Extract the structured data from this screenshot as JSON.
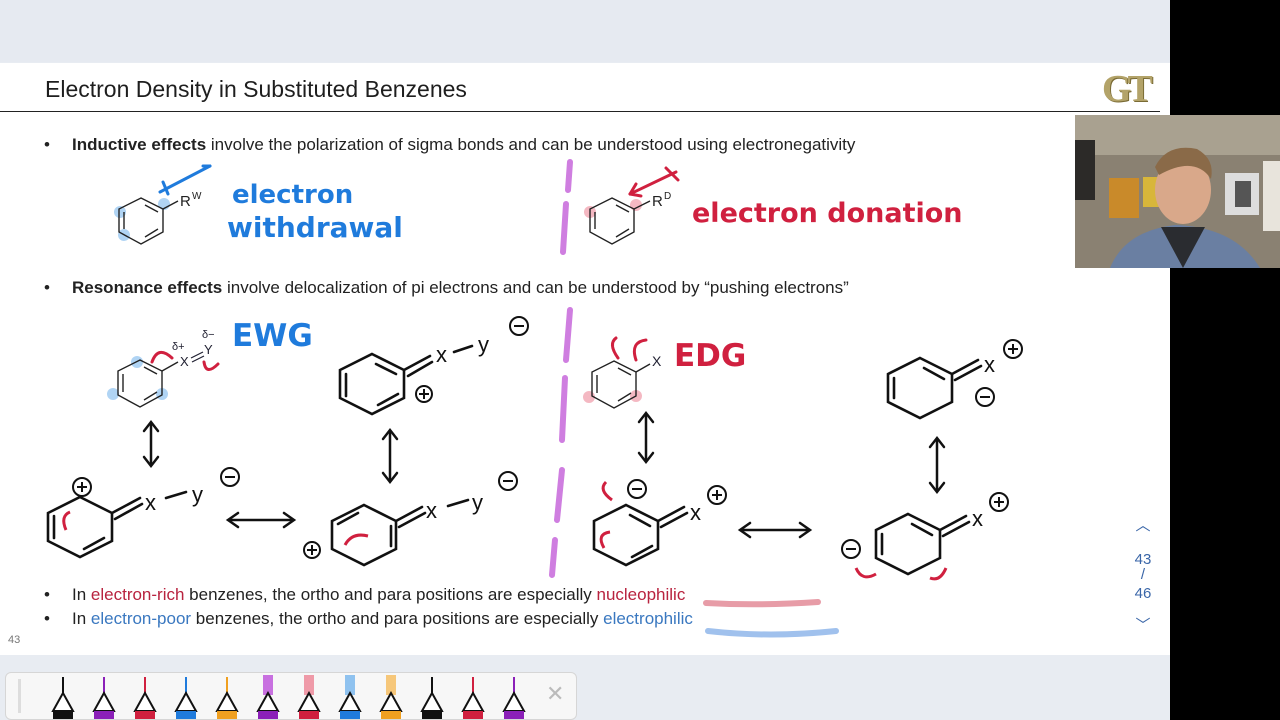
{
  "slide": {
    "title": "Electron Density in Substituted Benzenes",
    "logo": "GT",
    "number": "43",
    "bullets": {
      "inductive_bold": "Inductive effects",
      "inductive_rest": " involve the polarization of sigma bonds and can be understood using electronegativity",
      "resonance_bold": "Resonance effects",
      "resonance_rest": " involve delocalization of pi electrons and can be understood by “pushing electrons”",
      "rich_pre": "In ",
      "rich_colored": "electron-rich",
      "rich_mid": " benzenes, the ortho and para positions are especially ",
      "rich_end": "nucleophilic",
      "poor_pre": "In ",
      "poor_colored": "electron-poor",
      "poor_mid": " benzenes, the ortho and para positions are especially ",
      "poor_end": "electrophilic"
    },
    "annotations": {
      "withdrawal_1": "electron",
      "withdrawal_2": "withdrawal",
      "donation": "electron donation",
      "ewg": "EWG",
      "edg": "EDG",
      "rw": "R",
      "rw_sup": "W",
      "rd": "R",
      "rd_sup": "D",
      "delta_plus": "δ+",
      "delta_minus": "δ−",
      "x": "X",
      "y": "Y",
      "x_lower": "x",
      "y_lower": "y"
    }
  },
  "navigation": {
    "up_icon": "chevron-up-icon",
    "current": "43",
    "divider": "/",
    "total": "46",
    "down_icon": "chevron-down-icon"
  },
  "colors": {
    "red_ink": "#d0203f",
    "blue_ink": "#1f7bdc",
    "purple_divider": "#cf7ee0",
    "black_ink": "#111111"
  },
  "toolbar": {
    "pens": [
      "black",
      "purple",
      "red",
      "blue",
      "orange",
      "purple-highlighter",
      "pink-highlighter",
      "blue-highlighter",
      "yellow-highlighter",
      "black-2",
      "red-2",
      "purple-2"
    ],
    "close_icon": "close-icon",
    "close_glyph": "✕"
  }
}
